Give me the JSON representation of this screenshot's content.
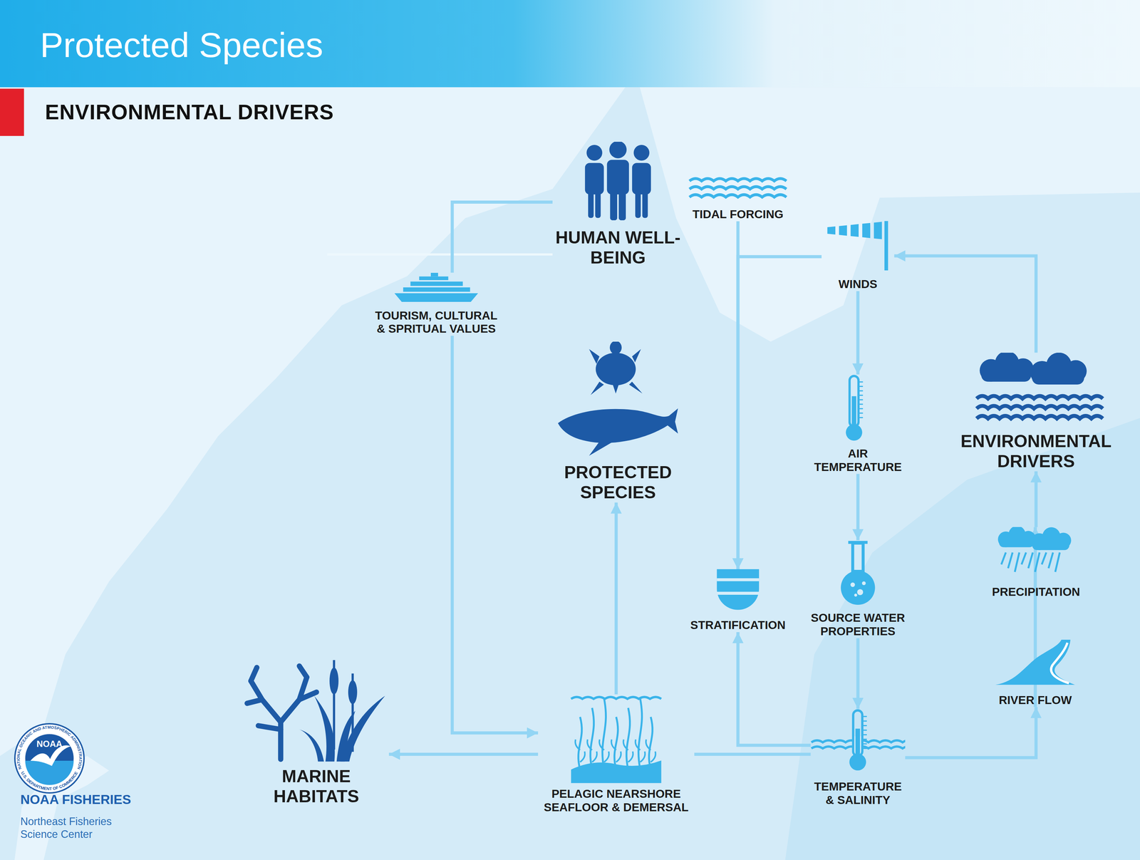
{
  "diagram": {
    "title": "Protected Species",
    "nodes": [
      {
        "text": [
          "HUMAN WELL-BEING"
        ]
      },
      {
        "text": [
          "TIDAL FORCING"
        ]
      },
      {
        "text": [
          "WINDS"
        ]
      },
      {
        "text": [
          "TOURISM, CULTURAL & SPRITUAL VALUES"
        ]
      },
      {
        "text": [
          "PROTECTED SPECIES"
        ]
      },
      {
        "text": [
          "AIR TEMPERATURE"
        ]
      },
      {
        "text": [
          "ENVIRONMENTAL DRIVERS"
        ]
      },
      {
        "text": [
          "STRATIFICATION"
        ]
      },
      {
        "text": [
          "SOURCE WATER PROPERTIES"
        ]
      },
      {
        "text": [
          "PRECIPITATION"
        ]
      },
      {
        "text": [
          "RIVER FLOW"
        ]
      },
      {
        "text": [
          "MARINE HABITATS"
        ]
      },
      {
        "text": [
          "PELAGIC NEARSHORE SEAFLOOR & DEMERSAL"
        ]
      },
      {
        "text": [
          "TEMPERATURE & SALINITY"
        ]
      }
    ],
    "edges": [
      {
        "from": 0,
        "to": 3,
        "arrow": "none"
      },
      {
        "from": 3,
        "to": 12,
        "arrow": "to"
      },
      {
        "from": 1,
        "to": 7,
        "arrow": "to"
      },
      {
        "from": 2,
        "to": 7,
        "arrow": "to"
      },
      {
        "from": 2,
        "to": 5,
        "arrow": "to"
      },
      {
        "from": 5,
        "to": 8,
        "arrow": "to"
      },
      {
        "from": 8,
        "to": 13,
        "arrow": "to"
      },
      {
        "from": 13,
        "to": 7,
        "arrow": "to"
      },
      {
        "from": 13,
        "to": 10,
        "arrow": "to"
      },
      {
        "from": 10,
        "to": 9,
        "arrow": "to"
      },
      {
        "from": 9,
        "to": 6,
        "arrow": "to"
      },
      {
        "from": 6,
        "to": 2,
        "arrow": "to"
      },
      {
        "from": 12,
        "to": 13,
        "arrow": "none"
      },
      {
        "from": 12,
        "to": 11,
        "arrow": "to"
      },
      {
        "from": 12,
        "to": 4,
        "arrow": "to"
      }
    ],
    "labels": [
      "ENVIRONMENTAL DRIVERS",
      "NOAA",
      "NATIONAL OCEANIC AND ATMOSPHERIC ADMINISTRATION",
      "U.S. DEPARTMENT OF COMMERCE",
      "NOAA FISHERIES",
      "Northeast Fisheries Science Center"
    ]
  }
}
